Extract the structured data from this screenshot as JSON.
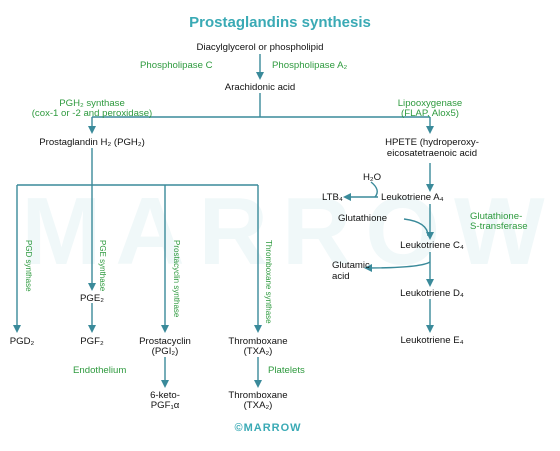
{
  "title": "Prostaglandins synthesis",
  "watermark": "MARROW",
  "credit": "©MARROW",
  "nodes": {
    "dag": "Diacylglycerol or phospholipid",
    "aa": "Arachidonic acid",
    "pgh2": "Prostaglandin H₂ (PGH₂)",
    "hpete_1": "HPETE (hydroperoxy-",
    "hpete_2": "eicosatetraenoic acid",
    "h2o": "H₂O",
    "ltb4": "LTB₄",
    "lta4": "Leukotriene A₄",
    "glutathione": "Glutathione",
    "ltc4": "Leukotriene C₄",
    "glutamic_1": "Glutamic",
    "glutamic_2": "acid",
    "ltd4": "Leukotriene D₄",
    "lte4": "Leukotriene E₄",
    "pge2": "PGE₂",
    "pgd2": "PGD₂",
    "pgf2": "PGF₂",
    "prostacyclin_1": "Prostacyclin",
    "prostacyclin_2": "(PGI₂)",
    "thromboxane_1": "Thromboxane",
    "thromboxane_2": "(TXA₂)",
    "keto_1": "6-keto-",
    "keto_2": "PGF₁α",
    "thromboxane2_1": "Thromboxane",
    "thromboxane2_2": "(TXA₂)"
  },
  "enzymes": {
    "plc": "Phospholipase C",
    "pla2": "Phospholipase A₂",
    "pgh2_synthase_1": "PGH₂ synthase",
    "pgh2_synthase_2": "(cox-1 or -2 and peroxidase)",
    "lipoxygenase_1": "Lipooxygenase",
    "lipoxygenase_2": "(FLAP, Alox5)",
    "gst_1": "Glutathione-",
    "gst_2": "S-transferase",
    "pgd_synthase": "PGD synthase",
    "pge_synthase": "PGE synthase",
    "prostacyclin_synthase": "Prostacyclin synthase",
    "thromboxane_synthase": "Thromboxane synthase",
    "endothelium": "Endothelium",
    "platelets": "Platelets"
  },
  "colors": {
    "title": "#3aaab5",
    "arrow": "#3a8a9a",
    "enzyme_text": "#2e9a3e"
  }
}
